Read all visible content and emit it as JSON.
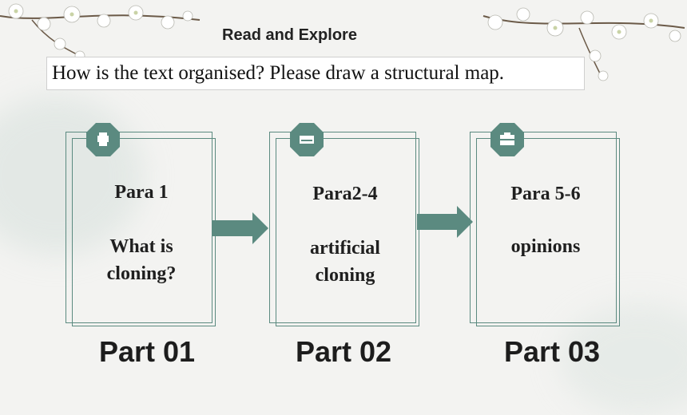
{
  "header": {
    "title": "Read and Explore"
  },
  "question": {
    "text": "How is the text organised? Please draw a structural map."
  },
  "cards": [
    {
      "lines": [
        "Para 1",
        "",
        "What is",
        "cloning?"
      ],
      "part": "Part 01",
      "icon": "printer-icon"
    },
    {
      "lines": [
        "Para2-4",
        "",
        "artificial",
        "cloning"
      ],
      "part": "Part 02",
      "icon": "keyboard-icon"
    },
    {
      "lines": [
        "Para 5-6",
        "",
        "opinions"
      ],
      "part": "Part 03",
      "icon": "briefcase-icon"
    }
  ],
  "colors": {
    "accent": "#5b8a80",
    "background": "#f3f3f1",
    "text": "#1f1f1f"
  }
}
